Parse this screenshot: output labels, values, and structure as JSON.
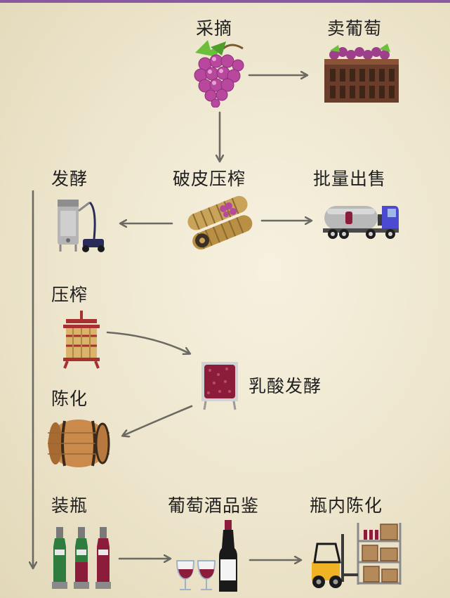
{
  "steps": {
    "harvest": "采摘",
    "sell_grapes": "卖葡萄",
    "crush": "破皮压榨",
    "bulk_sale": "批量出售",
    "ferment": "发酵",
    "press": "压榨",
    "malolactic": "乳酸发酵",
    "aging": "陈化",
    "bottling": "装瓶",
    "tasting": "葡萄酒品鉴",
    "bottle_aging": "瓶内陈化"
  },
  "icons": [
    "grapes-icon",
    "grape-crate-icon",
    "crusher-rollers-icon",
    "tanker-truck-icon",
    "fermentation-tank-icon",
    "wine-press-icon",
    "mlf-vat-icon",
    "oak-barrel-icon",
    "wine-bottles-icon",
    "wine-glasses-bottle-icon",
    "forklift-shelves-icon"
  ],
  "colors": {
    "background": "#efe8d2",
    "arrow": "#6b6a62",
    "grape": "#b7489e",
    "wine": "#8c1d3a",
    "barrel": "#c98a4b",
    "truck_cab": "#4b4ad0",
    "forklift": "#f0b323",
    "top_bar": "#8a5aa0"
  }
}
